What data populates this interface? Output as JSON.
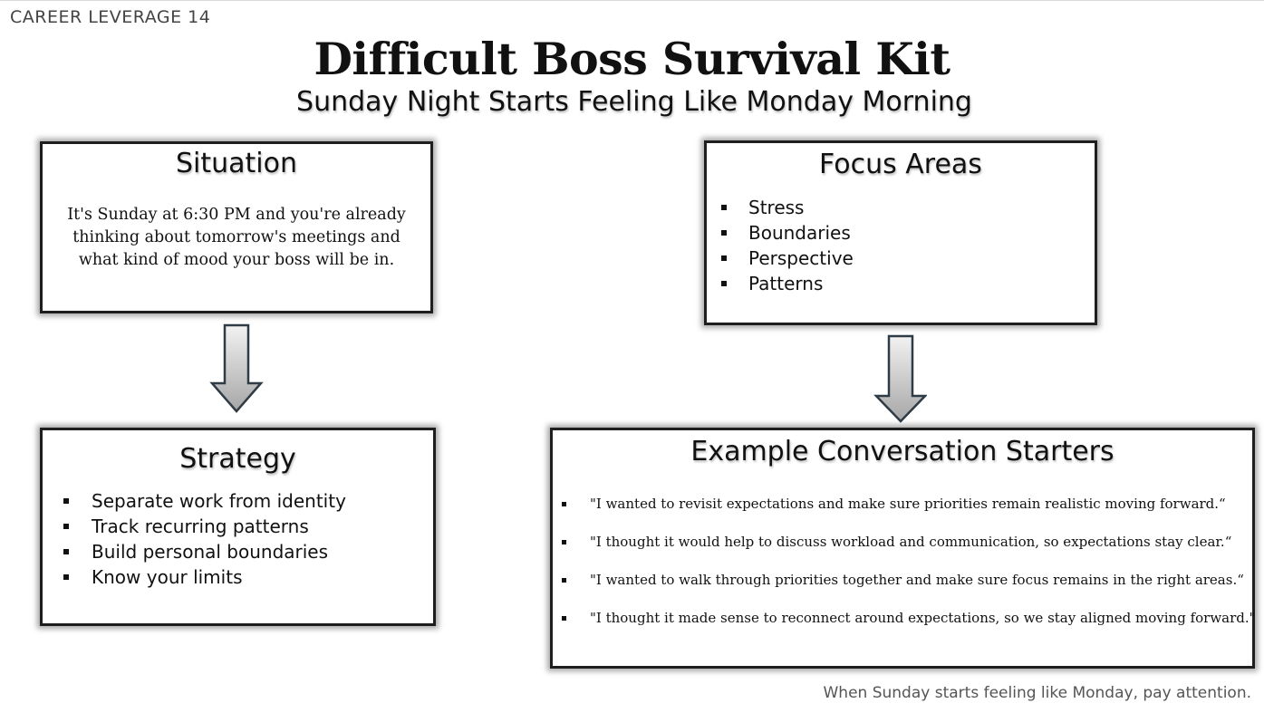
{
  "series_label": "CAREER LEVERAGE 14",
  "title": "Difficult Boss Survival Kit",
  "subtitle": "Sunday Night Starts Feeling Like Monday Morning",
  "situation": {
    "heading": "Situation",
    "text": "It's Sunday at 6:30 PM and you're already thinking about tomorrow's meetings and what kind of mood your boss will be in."
  },
  "focus_areas": {
    "heading": "Focus Areas",
    "items": [
      "Stress",
      "Boundaries",
      "Perspective",
      "Patterns"
    ]
  },
  "strategy": {
    "heading": "Strategy",
    "items": [
      "Separate work from identity",
      "Track recurring patterns",
      "Build personal boundaries",
      "Know your limits"
    ]
  },
  "conversation_starters": {
    "heading": "Example Conversation Starters",
    "items": [
      "\"I wanted to revisit expectations and make sure priorities remain realistic moving forward.“",
      "\"I thought it would help to discuss workload and communication, so expectations stay clear.“",
      "\"I wanted to walk through priorities together and make sure focus remains in the right areas.“",
      "\"I thought it made sense to reconnect around expectations, so we stay aligned moving forward.\""
    ]
  },
  "footer": "When Sunday starts feeling like Monday, pay attention.",
  "colors": {
    "border": "#1e1e1e",
    "arrow_fill_top": "#f2f2f2",
    "arrow_fill_bottom": "#a6a6a6",
    "arrow_stroke": "#2f3b45"
  }
}
